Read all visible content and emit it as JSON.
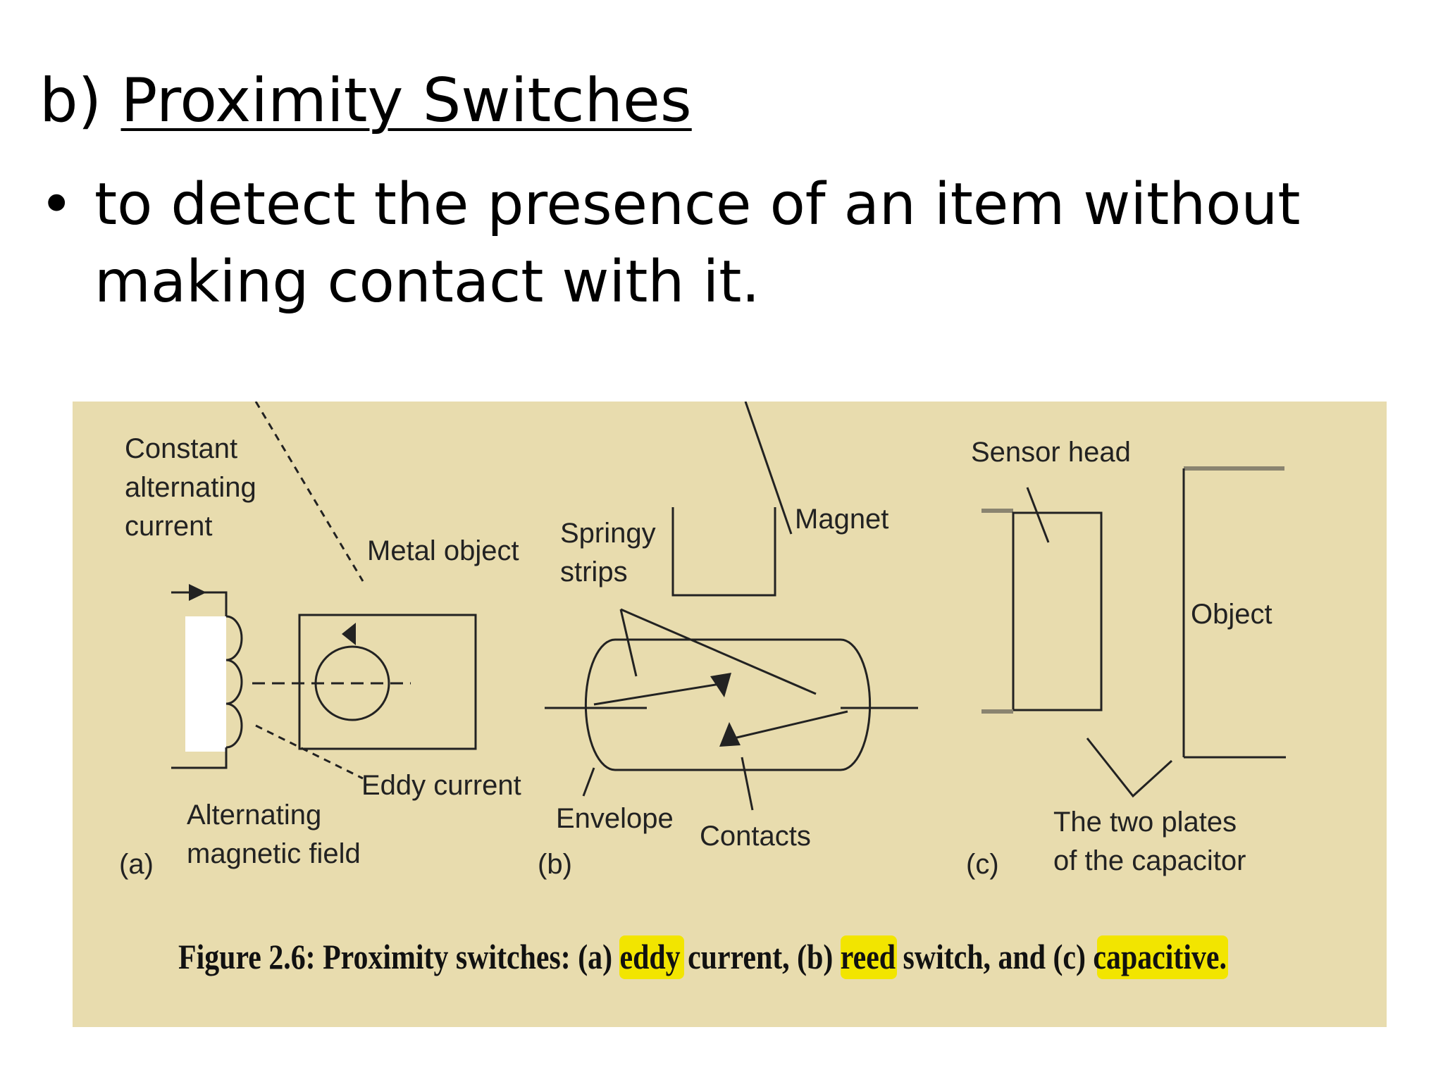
{
  "slide": {
    "prefix": "b)",
    "title": "Proximity Switches",
    "bullet": "to detect the presence of an item without making contact with it."
  },
  "figure": {
    "bg_color": "#e8dcae",
    "highlight_color": "#f2e500",
    "panel_a": {
      "tag": "(a)",
      "constant": [
        "Constant",
        "alternating",
        "current"
      ],
      "metal_object": "Metal object",
      "eddy_current": "Eddy current",
      "alternating": [
        "Alternating",
        "magnetic field"
      ]
    },
    "panel_b": {
      "tag": "(b)",
      "springy": [
        "Springy",
        "strips"
      ],
      "magnet": "Magnet",
      "envelope": "Envelope",
      "contacts": "Contacts"
    },
    "panel_c": {
      "tag": "(c)",
      "sensor_head": "Sensor head",
      "object": "Object",
      "plates": [
        "The two plates",
        "of the capacitor"
      ]
    },
    "caption": {
      "part1": "Figure 2.6: Proximity switches: (a) ",
      "hl1": "eddy",
      "part2": " current, (b) ",
      "hl2": "reed",
      "part3": " switch, and (c) ",
      "hl3": "capacitive."
    }
  }
}
